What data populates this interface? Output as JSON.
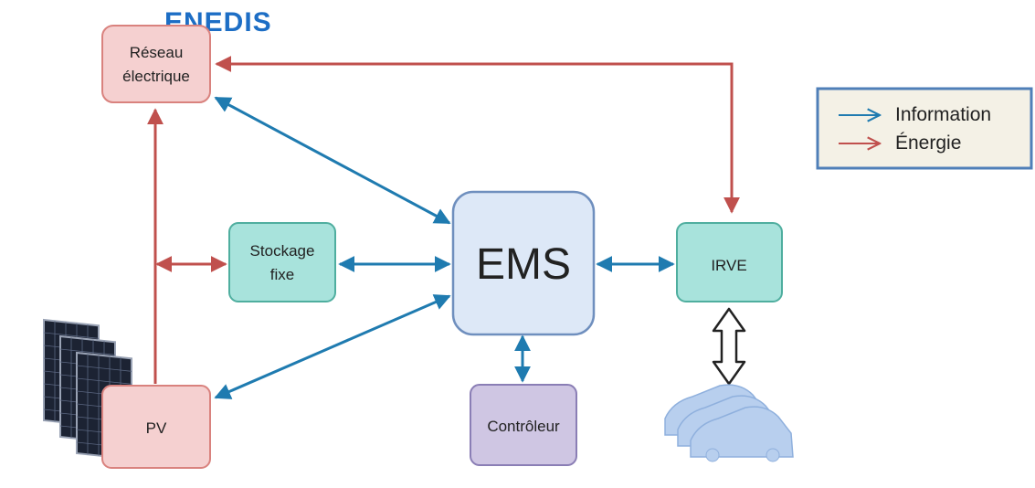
{
  "logo": {
    "text": "ENEDIS",
    "color": "#1d6ec5",
    "accent": "#7ab648"
  },
  "nodes": {
    "reseau": {
      "lines": [
        "Réseau",
        "électrique"
      ],
      "fill": "#f5d0d0",
      "stroke": "#d9827e"
    },
    "stockage": {
      "lines": [
        "Stockage",
        "fixe"
      ],
      "fill": "#a8e3dc",
      "stroke": "#4fae9f"
    },
    "ems": {
      "lines": [
        "EMS"
      ],
      "fill": "#dde8f7",
      "stroke": "#6f8fbe"
    },
    "irve": {
      "lines": [
        "IRVE"
      ],
      "fill": "#a8e3dc",
      "stroke": "#4fae9f"
    },
    "pv": {
      "lines": [
        "PV"
      ],
      "fill": "#f5d0d0",
      "stroke": "#d9827e"
    },
    "controleur": {
      "lines": [
        "Contrôleur"
      ],
      "fill": "#cfc6e3",
      "stroke": "#8a7eb5"
    }
  },
  "legend": {
    "items": [
      {
        "label": "Information",
        "color": "#1f7bb0"
      },
      {
        "label": "Énergie",
        "color": "#c0504d"
      }
    ]
  },
  "colors": {
    "information": "#1f7bb0",
    "energie": "#c0504d",
    "legend_border": "#4f7fb8",
    "legend_bg": "#f4f1e6"
  },
  "icons": [
    "solar-panel-icon",
    "electric-car-icon"
  ]
}
